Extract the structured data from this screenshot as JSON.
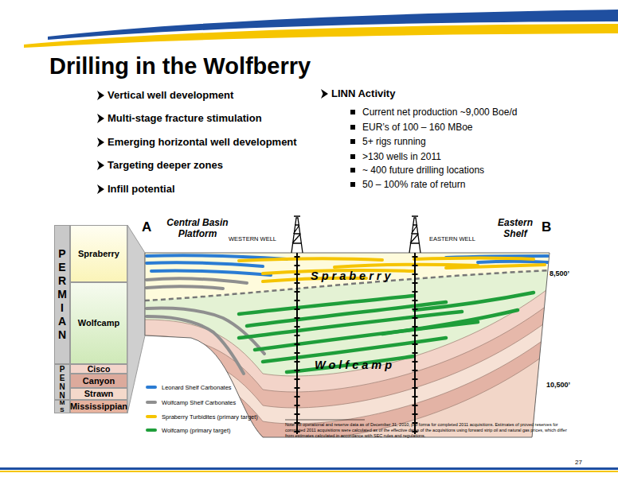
{
  "diagram": {
    "title": "Drilling in the Wolfberry",
    "nodes": [
      {
        "text": [
          "PERMIAN"
        ]
      },
      {
        "text": [
          "Spraberry"
        ]
      },
      {
        "text": [
          "Wolfcamp"
        ]
      },
      {
        "text": [
          "PENN"
        ]
      },
      {
        "text": [
          "Cisco"
        ]
      },
      {
        "text": [
          "Canyon"
        ]
      },
      {
        "text": [
          "Strawn"
        ]
      },
      {
        "text": [
          "MS"
        ]
      },
      {
        "text": [
          "Mississippian"
        ]
      }
    ],
    "labels": [
      "Vertical well development",
      "Multi-stage fracture stimulation",
      "Emerging horizontal well development",
      "Targeting deeper zones",
      "Infill potential",
      "LINN Activity",
      "Current net production ~9,000 Boe/d",
      "EUR’s of 100 – 160 MBoe",
      "5+ rigs running",
      ">130 wells in 2011",
      "~ 400 future drilling locations",
      "50 – 100% rate of return",
      "A",
      "Central Basin Platform",
      "WESTERN WELL",
      "EASTERN WELL",
      "Eastern Shelf",
      "B",
      "Spraberry",
      "8,500’",
      "Wolfcamp",
      "10,500’",
      "Note: All operational and reserve data as of December 31, 2010, pro forma for completed 2011 acquisitions. Estimates of proved reserves for completed 2011 acquisitions were calculated as of the effective dates of the acquisitions using forward strip oil and natural gas prices, which differ from estimates calculated in accordance with SEC rules and regulations.",
      "27"
    ],
    "legend": [
      {
        "text": "Leonard Shelf Carbonates",
        "color": "#2b7cd3"
      },
      {
        "text": "Wolfcamp Shelf Carbonates",
        "color": "#8f8f8f"
      },
      {
        "text": "Spraberry Turbidites (primary target)",
        "color": "#f5c400"
      },
      {
        "text": "Wolfcamp (primary target)",
        "color": "#1f9e3a"
      }
    ]
  }
}
